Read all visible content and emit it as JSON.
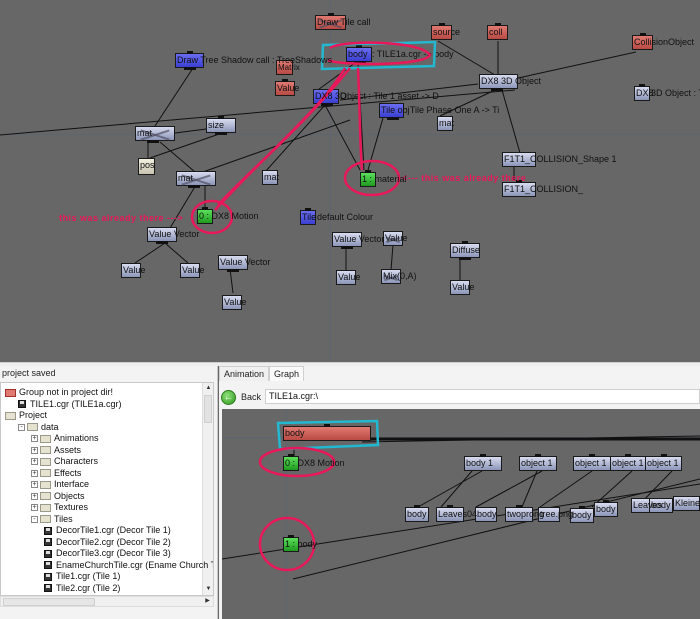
{
  "top_graph": {
    "nodes": [
      {
        "id": "draw-tile-call",
        "label": "Draw Tile call",
        "color": "red",
        "crossed": true
      },
      {
        "id": "body-main",
        "label": "body",
        "ext": ": TILE1a.cgr -> body",
        "color": "blue"
      },
      {
        "id": "source",
        "label": "source",
        "color": "red"
      },
      {
        "id": "coll",
        "label": "coll",
        "color": "red"
      },
      {
        "id": "collision-object",
        "label": "CollisionObject",
        "color": "red"
      },
      {
        "id": "draw-tree-shadow",
        "label": "Draw Tree Shadow call : TreeShadows",
        "color": "blue"
      },
      {
        "id": "matrix",
        "label": "Matrix",
        "color": "red"
      },
      {
        "id": "value-red",
        "label": "Value",
        "color": "red"
      },
      {
        "id": "dx8-3d-object",
        "label": "DX8 3D Object",
        "color": "grey"
      },
      {
        "id": "dx8-3d-object-tile",
        "label": "DX8",
        "ext": "3D Object : Ti",
        "color": "grey"
      },
      {
        "id": "dx8-3d-object-asset",
        "label": "DX8 3D",
        "ext": "Object : Tile 1 asset -> D",
        "color": "blue"
      },
      {
        "id": "tile-obj",
        "label": "Tile obj",
        "ext": ": Tile Phase One A -> Ti",
        "color": "blue"
      },
      {
        "id": "mat-small",
        "label": "mat",
        "color": "grey"
      },
      {
        "id": "mat-1",
        "label": "mat",
        "color": "grey",
        "crossed": true
      },
      {
        "id": "size",
        "label": "size",
        "color": "grey"
      },
      {
        "id": "pos",
        "label": "pos",
        "color": "pale"
      },
      {
        "id": "mat-2",
        "label": "mat",
        "color": "grey",
        "crossed": true
      },
      {
        "id": "mat-3",
        "label": "mat",
        "color": "grey"
      },
      {
        "id": "material",
        "label": "1 : material",
        "color": "green"
      },
      {
        "id": "collision-shape-1",
        "label": "F1T1_COLLISION_Shape 1",
        "color": "grey"
      },
      {
        "id": "collision-2",
        "label": "F1T1_COLLISION_",
        "color": "grey"
      },
      {
        "id": "dx8-motion",
        "label": "0 : DX8 Motion",
        "color": "green"
      },
      {
        "id": "tile-default-colour",
        "label": "Tile",
        "ext": "default Colour",
        "color": "blue"
      },
      {
        "id": "value-vector-1",
        "label": "Value Vector",
        "color": "grey"
      },
      {
        "id": "value-vector-2",
        "label": "Value Vector",
        "color": "grey"
      },
      {
        "id": "value-vector-3",
        "label": "Value Vector",
        "color": "grey"
      },
      {
        "id": "value-1",
        "label": "Value",
        "color": "grey"
      },
      {
        "id": "value-2",
        "label": "Value",
        "color": "grey"
      },
      {
        "id": "value-3",
        "label": "Value",
        "color": "grey"
      },
      {
        "id": "value-4",
        "label": "Value",
        "color": "grey"
      },
      {
        "id": "value-x",
        "label": "Value",
        "color": "grey",
        "crossed": true
      },
      {
        "id": "mix",
        "label": "Mix(0,A)",
        "color": "grey",
        "crossed": true
      },
      {
        "id": "diffuse",
        "label": "Diffuse",
        "color": "grey"
      },
      {
        "id": "value-5",
        "label": "Value",
        "color": "grey"
      }
    ],
    "annotations": [
      {
        "text": "this was already there --->"
      },
      {
        "text": "<--- this was already there"
      }
    ]
  },
  "left_panel": {
    "status": "project saved",
    "tree": [
      {
        "label": "Group not in project dir!",
        "icon": "folder-red-icon",
        "depth": 0
      },
      {
        "label": "TILE1.cgr (TILE1a.cgr)",
        "icon": "file-icon",
        "depth": 1
      },
      {
        "label": "Project",
        "icon": "folder-icon",
        "depth": 0
      },
      {
        "label": "data",
        "icon": "folder-icon",
        "depth": 1,
        "expander": "-"
      },
      {
        "label": "Animations",
        "icon": "folder-icon",
        "depth": 2,
        "expander": "+"
      },
      {
        "label": "Assets",
        "icon": "folder-icon",
        "depth": 2,
        "expander": "+"
      },
      {
        "label": "Characters",
        "icon": "folder-icon",
        "depth": 2,
        "expander": "+"
      },
      {
        "label": "Effects",
        "icon": "folder-icon",
        "depth": 2,
        "expander": "+"
      },
      {
        "label": "Interface",
        "icon": "folder-icon",
        "depth": 2,
        "expander": "+"
      },
      {
        "label": "Objects",
        "icon": "folder-icon",
        "depth": 2,
        "expander": "+"
      },
      {
        "label": "Textures",
        "icon": "folder-icon",
        "depth": 2,
        "expander": "+"
      },
      {
        "label": "Tiles",
        "icon": "folder-icon",
        "depth": 2,
        "expander": "-"
      },
      {
        "label": "DecorTile1.cgr (Decor Tile 1)",
        "icon": "file-icon",
        "depth": 3
      },
      {
        "label": "DecorTile2.cgr (Decor Tile 2)",
        "icon": "file-icon",
        "depth": 3
      },
      {
        "label": "DecorTile3.cgr (Decor Tile 3)",
        "icon": "file-icon",
        "depth": 3
      },
      {
        "label": "EnameChurchTile.cgr (Ename Church Tile",
        "icon": "file-icon",
        "depth": 3
      },
      {
        "label": "Tile1.cgr (Tile 1)",
        "icon": "file-icon",
        "depth": 3
      },
      {
        "label": "Tile2.cgr (Tile 2)",
        "icon": "file-icon",
        "depth": 3
      }
    ]
  },
  "right_panel": {
    "tabs": [
      {
        "label": "Animation",
        "active": false
      },
      {
        "label": "Graph",
        "active": true
      }
    ],
    "back_label": "Back",
    "path": "TILE1a.cgr:\\",
    "sub_graph": {
      "nodes": [
        {
          "id": "sub-body",
          "label": "body",
          "color": "red"
        },
        {
          "id": "sub-dx8-motion",
          "label": "0 : DX8 Motion",
          "color": "green"
        },
        {
          "id": "sub-body-green",
          "label": "1 : body",
          "color": "green"
        },
        {
          "id": "sub-body-1",
          "label": "body 1",
          "color": "grey"
        },
        {
          "id": "sub-object-1a",
          "label": "object 1",
          "color": "grey"
        },
        {
          "id": "sub-object-1b",
          "label": "object 1",
          "color": "grey"
        },
        {
          "id": "sub-object-1c",
          "label": "object 1",
          "color": "grey"
        },
        {
          "id": "sub-object-1d",
          "label": "object 1",
          "color": "grey"
        },
        {
          "id": "sub-body-a",
          "label": "body",
          "color": "grey"
        },
        {
          "id": "sub-leaves04",
          "label": "Leaves04",
          "color": "grey"
        },
        {
          "id": "sub-body-b",
          "label": "body",
          "color": "grey"
        },
        {
          "id": "sub-twoprong",
          "label": "twoprong",
          "color": "grey"
        },
        {
          "id": "sub-tree-png",
          "label": "tree.png",
          "color": "grey"
        },
        {
          "id": "sub-body-c",
          "label": "body",
          "color": "grey"
        },
        {
          "id": "sub-body-d",
          "label": "body",
          "color": "grey"
        },
        {
          "id": "sub-leaves",
          "label": "Leaves",
          "color": "grey"
        },
        {
          "id": "sub-body-e",
          "label": "body",
          "color": "grey"
        },
        {
          "id": "sub-kleine",
          "label": "KleineTe",
          "color": "grey"
        }
      ]
    }
  }
}
